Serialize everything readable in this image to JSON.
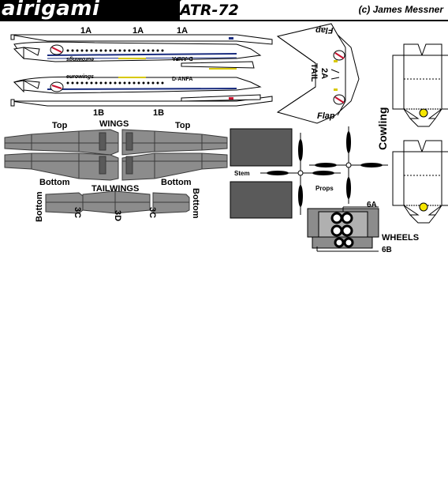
{
  "header": {
    "brand": "airigami",
    "title": "ATR-72",
    "copyright": "(c) James Messner"
  },
  "fuselage": {
    "top_labels": [
      "1A",
      "1A",
      "1A"
    ],
    "bottom_labels": [
      "1B",
      "1B"
    ],
    "livery": "eurowings",
    "registration": "D-ANFA"
  },
  "tail": {
    "flap_top": "Flap",
    "flap_bottom": "Flap",
    "label_2a": "2A",
    "label_tail": "TAIL"
  },
  "cowling": {
    "label": "Cowling"
  },
  "wings": {
    "title": "WINGS",
    "top_left": "Top",
    "top_right": "Top",
    "bottom_left": "Bottom",
    "bottom_right": "Bottom"
  },
  "tailwings": {
    "title": "TAILWINGS",
    "bottom_left": "Bottom",
    "bottom_right": "Bottom",
    "label_3c_left": "3C",
    "label_3d": "3D",
    "label_3c_right": "3C"
  },
  "props": {
    "stem": "Stem",
    "props": "Props"
  },
  "wheels": {
    "title": "WHEELS",
    "label_6a": "6A",
    "label_6b": "6B"
  },
  "colors": {
    "wing_gray": "#8c8c8c",
    "dark_gray": "#5a5a5a",
    "cowling_yellow": "#f5e600",
    "stripe_blue": "#1a2d80",
    "stripe_yellow": "#d8c800",
    "accent_red": "#c8102e"
  }
}
